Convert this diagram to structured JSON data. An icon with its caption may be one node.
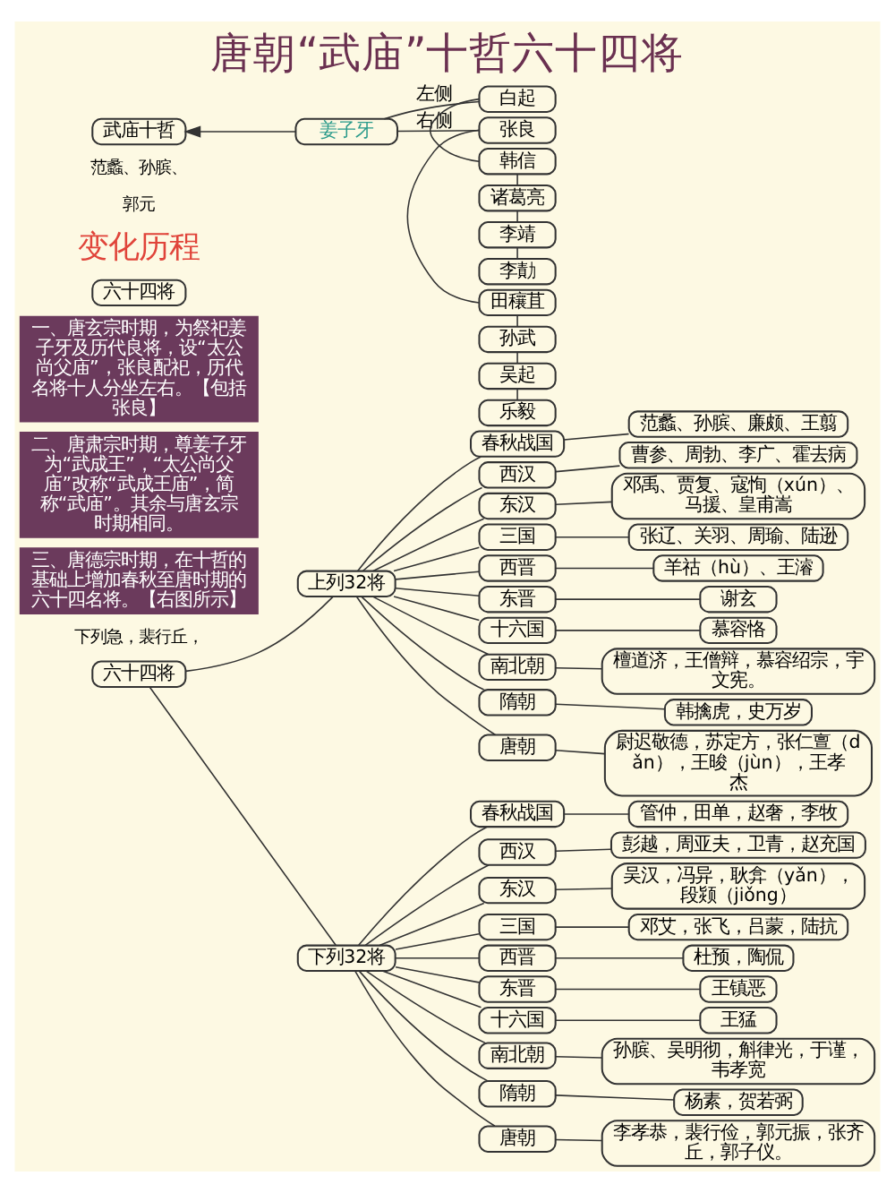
{
  "diagram": {
    "title": "唐朝“武庙”十哲六十四将",
    "nodes": [
      {
        "text": [
          "武庙十哲"
        ]
      },
      {
        "text": [
          "姜子牙"
        ]
      },
      {
        "text": [
          "白起"
        ]
      },
      {
        "text": [
          "韩信"
        ]
      },
      {
        "text": [
          "诸葛亮"
        ]
      },
      {
        "text": [
          "李靖"
        ]
      },
      {
        "text": [
          "李勣"
        ]
      },
      {
        "text": [
          "张良"
        ]
      },
      {
        "text": [
          "田穰苴"
        ]
      },
      {
        "text": [
          "孙武"
        ]
      },
      {
        "text": [
          "吴起"
        ]
      },
      {
        "text": [
          "乐毅"
        ]
      },
      {
        "text": [
          "六十四将"
        ]
      },
      {
        "text": [
          "一、唐玄宗时期，为祭祀姜子牙及历代良将，设“太公尚父庙”，张良配祀，历代名将十人分坐左右。【包括张良】"
        ]
      },
      {
        "text": [
          "二、唐肃宗时期，尊姜子牙为“武成王”，“太公尚父庙”改称“武成王庙”，简称“武庙”。其余与唐玄宗时期相同。"
        ]
      },
      {
        "text": [
          "三、唐德宗时期，在十哲的基础上增加春秋至唐时期的六十四名将。【右图所示】"
        ]
      },
      {
        "text": [
          "六十四将"
        ]
      },
      {
        "text": [
          "上列32将"
        ]
      },
      {
        "text": [
          "下列32将"
        ]
      },
      {
        "text": [
          "春秋战国"
        ]
      },
      {
        "text": [
          "范蠡、孙膑、廉颇、王翦"
        ]
      },
      {
        "text": [
          "西汉"
        ]
      },
      {
        "text": [
          "曹参、周勃、李广、霍去病"
        ]
      },
      {
        "text": [
          "东汉"
        ]
      },
      {
        "text": [
          "邓禹、贾复、寇恂（xún）、马援、皇甫嵩"
        ]
      },
      {
        "text": [
          "三国"
        ]
      },
      {
        "text": [
          "张辽、关羽、周瑜、陆逊"
        ]
      },
      {
        "text": [
          "西晋"
        ]
      },
      {
        "text": [
          "羊祜（hù）、王濬"
        ]
      },
      {
        "text": [
          "东晋"
        ]
      },
      {
        "text": [
          "谢玄"
        ]
      },
      {
        "text": [
          "十六国"
        ]
      },
      {
        "text": [
          "慕容恪"
        ]
      },
      {
        "text": [
          "南北朝"
        ]
      },
      {
        "text": [
          "檀道济，王僧辩，慕容绍宗，宇文宪。"
        ]
      },
      {
        "text": [
          "隋朝"
        ]
      },
      {
        "text": [
          "韩擒虎，史万岁"
        ]
      },
      {
        "text": [
          "唐朝"
        ]
      },
      {
        "text": [
          "尉迟敬德，苏定方，张仁亶（dǎn），王晙（jùn），王孝杰"
        ]
      },
      {
        "text": [
          "春秋战国"
        ]
      },
      {
        "text": [
          "管仲，田单，赵奢，李牧"
        ]
      },
      {
        "text": [
          "西汉"
        ]
      },
      {
        "text": [
          "彭越，周亚夫，卫青，赵充国"
        ]
      },
      {
        "text": [
          "东汉"
        ]
      },
      {
        "text": [
          "吴汉，冯异，耿弇（yǎn），段颎（jiǒng）"
        ]
      },
      {
        "text": [
          "三国"
        ]
      },
      {
        "text": [
          "邓艾，张飞，吕蒙，陆抗"
        ]
      },
      {
        "text": [
          "西晋"
        ]
      },
      {
        "text": [
          "杜预，陶侃"
        ]
      },
      {
        "text": [
          "东晋"
        ]
      },
      {
        "text": [
          "王镇恶"
        ]
      },
      {
        "text": [
          "十六国"
        ]
      },
      {
        "text": [
          "王猛"
        ]
      },
      {
        "text": [
          "南北朝"
        ]
      },
      {
        "text": [
          "孙膑、吴明彻，斛律光，于谨，韦孝宽"
        ]
      },
      {
        "text": [
          "隋朝"
        ]
      },
      {
        "text": [
          "杨素，贺若弼"
        ]
      },
      {
        "text": [
          "唐朝"
        ]
      },
      {
        "text": [
          "李孝恭，裴行俭，郭元振，张齐丘，郭子仪。"
        ]
      }
    ],
    "edges": [
      {
        "from": 1,
        "to": 0,
        "arrow": "to"
      },
      {
        "from": 1,
        "to": 2,
        "arrow": "none",
        "label": "左侧"
      },
      {
        "from": 2,
        "to": 3,
        "arrow": "none"
      },
      {
        "from": 3,
        "to": 4,
        "arrow": "none"
      },
      {
        "from": 4,
        "to": 5,
        "arrow": "none"
      },
      {
        "from": 5,
        "to": 6,
        "arrow": "none"
      },
      {
        "from": 1,
        "to": 7,
        "arrow": "none",
        "label": "右侧"
      },
      {
        "from": 7,
        "to": 8,
        "arrow": "none"
      },
      {
        "from": 8,
        "to": 9,
        "arrow": "none"
      },
      {
        "from": 9,
        "to": 10,
        "arrow": "none"
      },
      {
        "from": 10,
        "to": 11,
        "arrow": "none"
      },
      {
        "from": 16,
        "to": 17,
        "arrow": "none"
      },
      {
        "from": 16,
        "to": 18,
        "arrow": "none"
      },
      {
        "from": 17,
        "to": 19,
        "arrow": "none"
      },
      {
        "from": 19,
        "to": 20,
        "arrow": "none"
      },
      {
        "from": 17,
        "to": 21,
        "arrow": "none"
      },
      {
        "from": 21,
        "to": 22,
        "arrow": "none"
      },
      {
        "from": 17,
        "to": 23,
        "arrow": "none"
      },
      {
        "from": 23,
        "to": 24,
        "arrow": "none"
      },
      {
        "from": 17,
        "to": 25,
        "arrow": "none"
      },
      {
        "from": 25,
        "to": 26,
        "arrow": "none"
      },
      {
        "from": 17,
        "to": 27,
        "arrow": "none"
      },
      {
        "from": 27,
        "to": 28,
        "arrow": "none"
      },
      {
        "from": 17,
        "to": 29,
        "arrow": "none"
      },
      {
        "from": 29,
        "to": 30,
        "arrow": "none"
      },
      {
        "from": 17,
        "to": 31,
        "arrow": "none"
      },
      {
        "from": 31,
        "to": 32,
        "arrow": "none"
      },
      {
        "from": 17,
        "to": 33,
        "arrow": "none"
      },
      {
        "from": 33,
        "to": 34,
        "arrow": "none"
      },
      {
        "from": 17,
        "to": 35,
        "arrow": "none"
      },
      {
        "from": 35,
        "to": 36,
        "arrow": "none"
      },
      {
        "from": 17,
        "to": 37,
        "arrow": "none"
      },
      {
        "from": 37,
        "to": 38,
        "arrow": "none"
      },
      {
        "from": 18,
        "to": 39,
        "arrow": "none"
      },
      {
        "from": 39,
        "to": 40,
        "arrow": "none"
      },
      {
        "from": 18,
        "to": 41,
        "arrow": "none"
      },
      {
        "from": 41,
        "to": 42,
        "arrow": "none"
      },
      {
        "from": 18,
        "to": 43,
        "arrow": "none"
      },
      {
        "from": 43,
        "to": 44,
        "arrow": "none"
      },
      {
        "from": 18,
        "to": 45,
        "arrow": "none"
      },
      {
        "from": 45,
        "to": 46,
        "arrow": "none"
      },
      {
        "from": 18,
        "to": 47,
        "arrow": "none"
      },
      {
        "from": 47,
        "to": 48,
        "arrow": "none"
      },
      {
        "from": 18,
        "to": 49,
        "arrow": "none"
      },
      {
        "from": 49,
        "to": 50,
        "arrow": "none"
      },
      {
        "from": 18,
        "to": 51,
        "arrow": "none"
      },
      {
        "from": 51,
        "to": 52,
        "arrow": "none"
      },
      {
        "from": 18,
        "to": 53,
        "arrow": "none"
      },
      {
        "from": 53,
        "to": 54,
        "arrow": "none"
      },
      {
        "from": 18,
        "to": 55,
        "arrow": "none"
      },
      {
        "from": 55,
        "to": 56,
        "arrow": "none"
      },
      {
        "from": 18,
        "to": 57,
        "arrow": "none"
      },
      {
        "from": 57,
        "to": 58,
        "arrow": "none"
      }
    ],
    "labels": [
      "范蠡、孙膑、",
      "郭元",
      "变化历程",
      "下列急，裴行丘，"
    ]
  }
}
